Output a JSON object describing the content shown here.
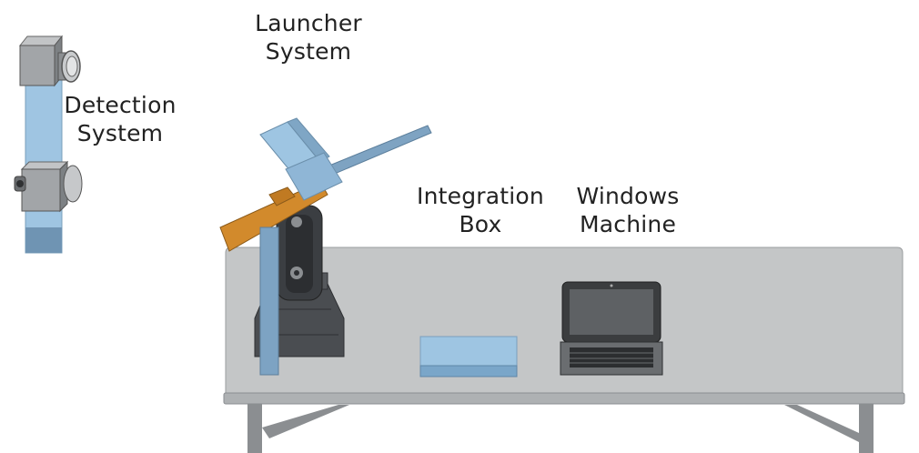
{
  "labels": {
    "launcher": "Launcher\nSystem",
    "detection": "Detection\nSystem",
    "integration": "Integration\nBox",
    "windows": "Windows\nMachine"
  },
  "colors": {
    "table_top": "#c2c4c5",
    "table_edge": "#8f9395",
    "light_blue": "#9ec5e2",
    "blue_dark": "#7aa6c9",
    "orange": "#d28a2c",
    "camera_gray": "#a3a6a8",
    "base_dark": "#4b4e52",
    "laptop_dark": "#3b3d3f"
  }
}
